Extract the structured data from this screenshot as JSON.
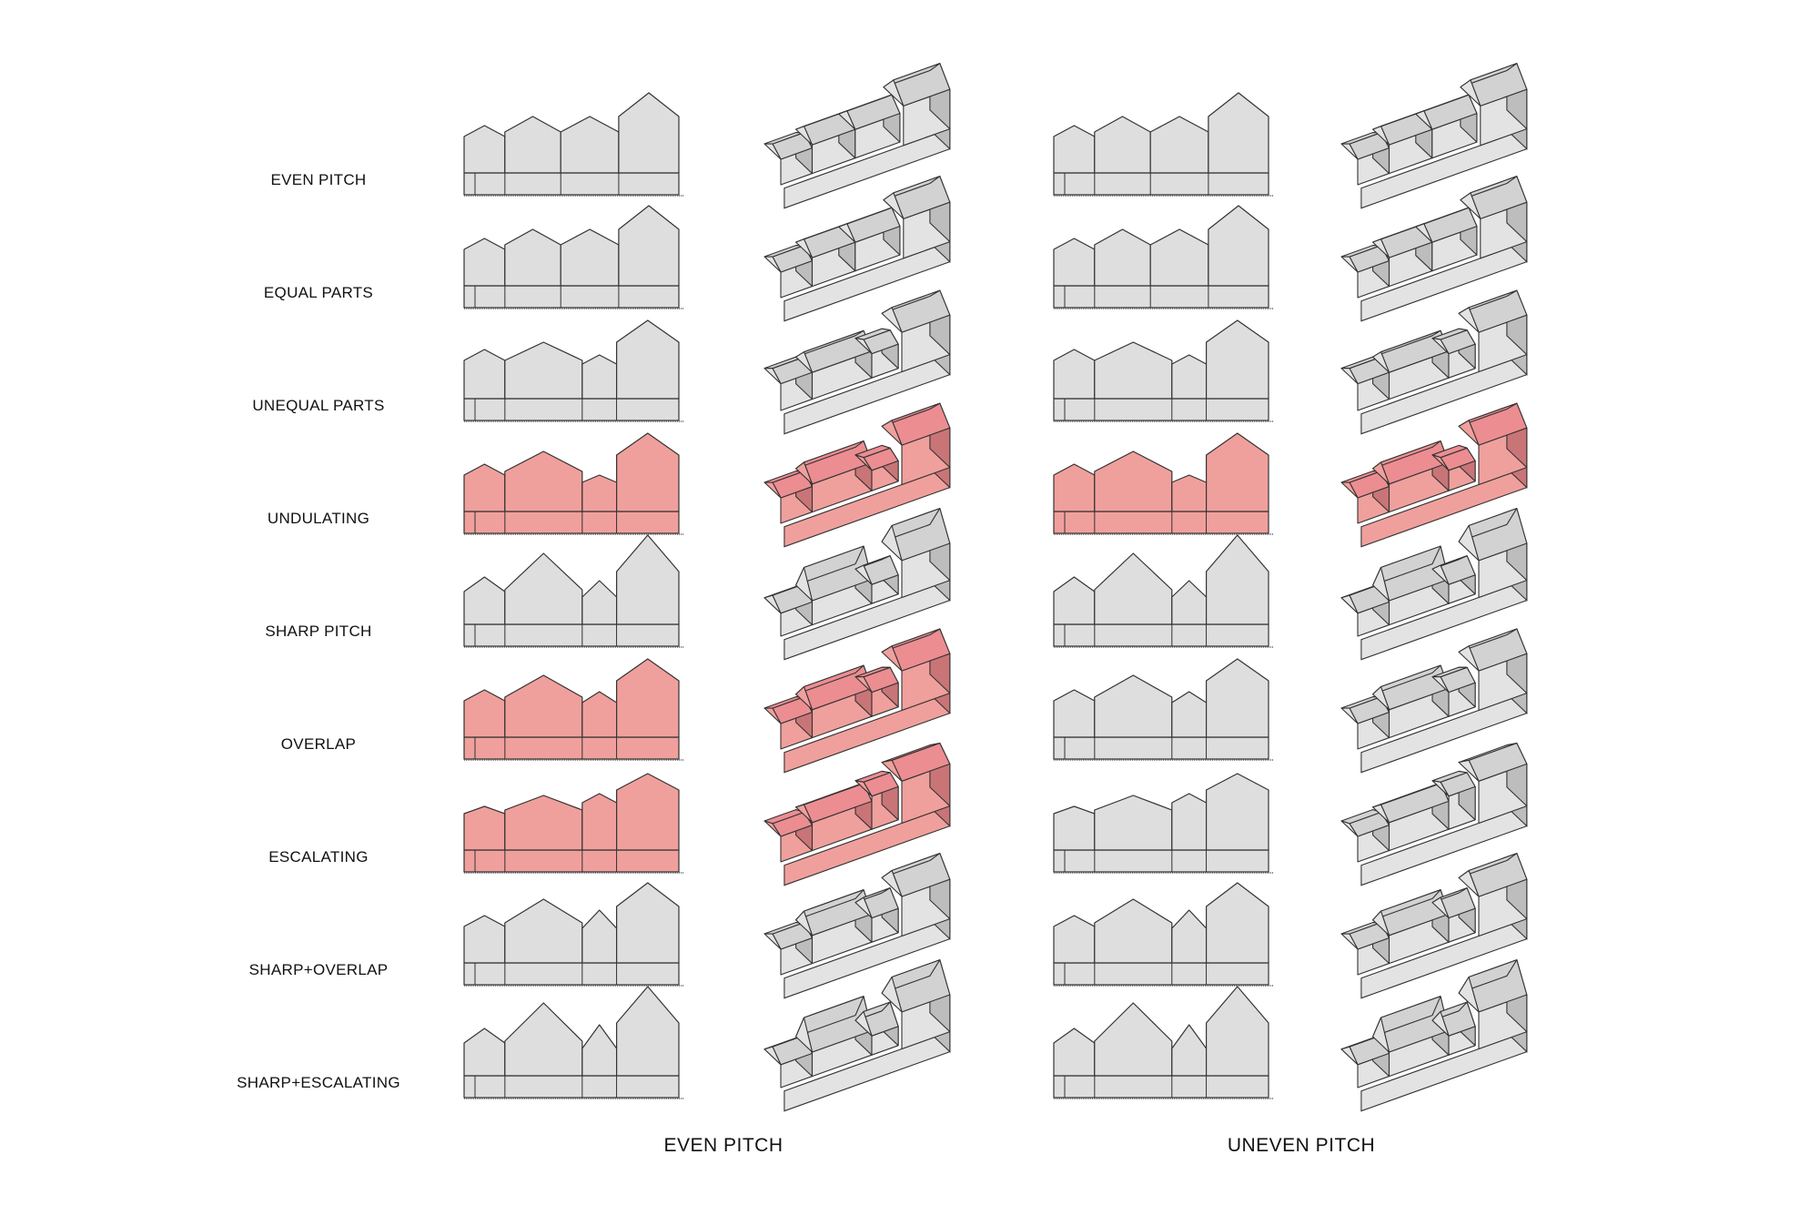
{
  "columns": {
    "even": "EVEN PITCH",
    "uneven": "UNEVEN PITCH"
  },
  "rows": [
    {
      "label": "EVEN PITCH",
      "highlight_even": false,
      "highlight_uneven": false
    },
    {
      "label": "EQUAL PARTS",
      "highlight_even": false,
      "highlight_uneven": false
    },
    {
      "label": "UNEQUAL PARTS",
      "highlight_even": false,
      "highlight_uneven": false
    },
    {
      "label": "UNDULATING",
      "highlight_even": true,
      "highlight_uneven": true
    },
    {
      "label": "SHARP PITCH",
      "highlight_even": false,
      "highlight_uneven": false
    },
    {
      "label": "OVERLAP",
      "highlight_even": true,
      "highlight_uneven": false
    },
    {
      "label": "ESCALATING",
      "highlight_even": true,
      "highlight_uneven": false
    },
    {
      "label": "SHARP+OVERLAP",
      "highlight_even": false,
      "highlight_uneven": false
    },
    {
      "label": "SHARP+ESCALATING",
      "highlight_even": false,
      "highlight_uneven": false
    }
  ],
  "colors": {
    "neutral_fill": "#dedede",
    "neutral_side": "#bdbdbd",
    "neutral_roof": "#d2d2d2",
    "highlight_fill": "#f0a09c",
    "highlight_side": "#c97578",
    "highlight_roof": "#ec8d92",
    "stroke": "#333333"
  }
}
